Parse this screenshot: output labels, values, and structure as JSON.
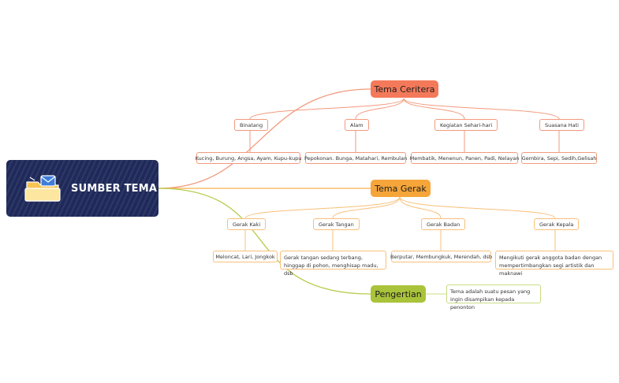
{
  "root": {
    "title": "SUMBER TEMA",
    "icon": "folder-mail-icon"
  },
  "branches": [
    {
      "title": "Tema Ceritera",
      "color": "#f4795a",
      "children": [
        {
          "label": "Binatang",
          "detail": "Kucing, Burung, Angsa, Ayam, Kupu-kupu"
        },
        {
          "label": "Alam",
          "detail": "Pepokonan. Bunga, Matahari, Rembulan"
        },
        {
          "label": "Kegiatan Sehari-hari",
          "detail": "Membatik, Menenun, Panen, Padi, Nelayan"
        },
        {
          "label": "Suasana Hati",
          "detail": "Gembira, Sepi, Sedih,Gelisah"
        }
      ]
    },
    {
      "title": "Tema Gerak",
      "color": "#f6a53a",
      "children": [
        {
          "label": "Gerak Kaki",
          "detail": "Meloncat, Lari, Jongkok"
        },
        {
          "label": "Gerak Tangan",
          "detail": "Gerak tangan sedang terbang, hinggap di pohon, menghisap madu, dsb"
        },
        {
          "label": "Gerak Badan",
          "detail": "Berputar, Membungkuk, Merendah, dsb"
        },
        {
          "label": "Gerak Kepala",
          "detail": "Mengikuti gerak anggota badan dengan mempertimbangkan segi artistik dan maknawi"
        }
      ]
    },
    {
      "title": "Pengertian",
      "color": "#a9c33a",
      "detail": "Tema adalah suatu pesan yang ingin disampikan kepada penonton"
    }
  ]
}
